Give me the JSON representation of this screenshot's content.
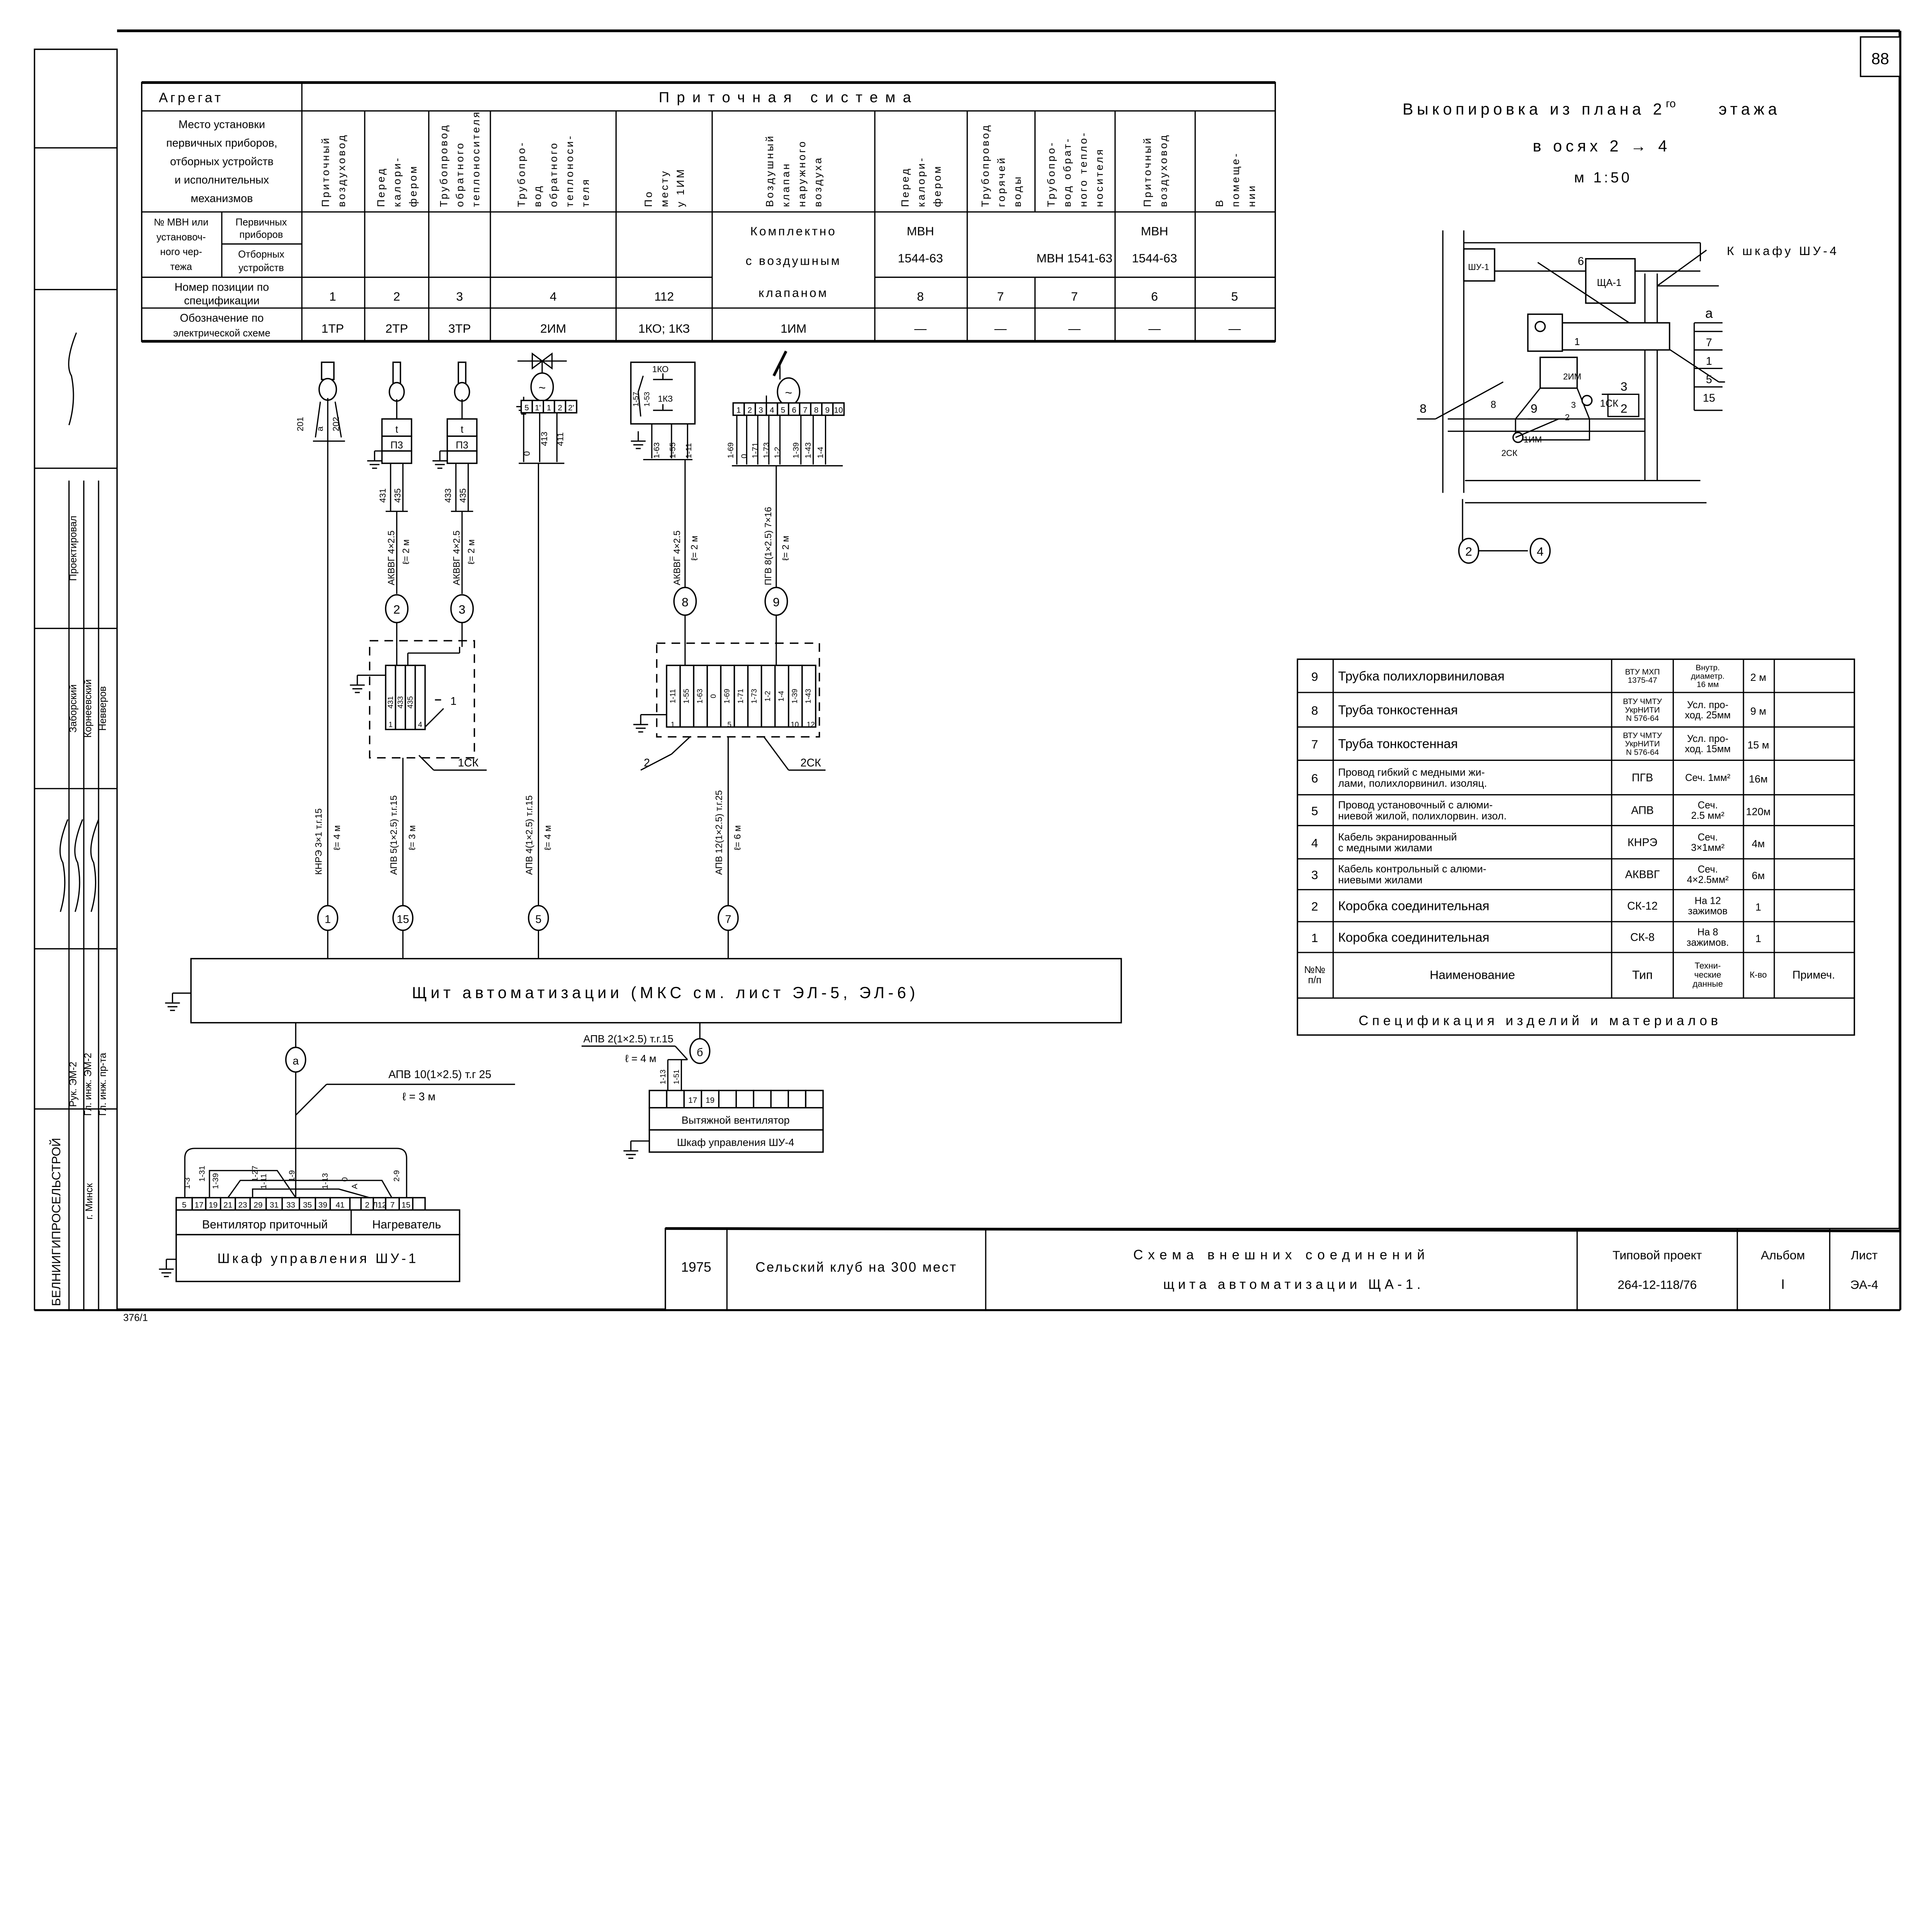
{
  "sheet_number": "88",
  "stamp": {
    "org": "БЕЛНИИГИПРОСЕЛЬСТРОЙ",
    "city": "г. Минск",
    "roles": [
      "Рук. ЭМ-2",
      "Гл. инж. ЭМ-2",
      "Гл. инж. пр-та"
    ],
    "names": [
      "Заборский",
      "Корнеевский",
      "Невверов"
    ],
    "designed": "Проектировал",
    "inventory": "376/1"
  },
  "top_table": {
    "aggregate_label": "Агрегат",
    "system": "Приточная система",
    "place_label": [
      "Место установки",
      "первичных приборов,",
      "отборных устройств",
      "и исполнительных",
      "механизмов"
    ],
    "columns": [
      [
        "Приточный",
        "воздуховод"
      ],
      [
        "Перед",
        "калори-",
        "фером"
      ],
      [
        "Трубопровод",
        "обратного",
        "теплоносителя"
      ],
      [
        "Трубопро-",
        "вод",
        "обратного",
        "теплоноси-",
        "теля"
      ],
      [
        "По",
        "месту",
        "у 1ИМ"
      ],
      [
        "Воздушный",
        "клапан",
        "наружного",
        "воздуха"
      ],
      [
        "Перед",
        "калори-",
        "фером"
      ],
      [
        "Трубопровод",
        "горячей",
        "воды"
      ],
      [
        "Трубопро-",
        "вод обрат-",
        "ного тепло-",
        "носителя"
      ],
      [
        "Приточный",
        "воздуховод"
      ],
      [
        "В",
        "помеще-",
        "нии"
      ]
    ],
    "mvn_label": [
      "№ МВН или",
      "установоч-",
      "ного чер-",
      "тежа"
    ],
    "primary_label": [
      "Первичных",
      "приборов"
    ],
    "sampling_label": [
      "Отборных",
      "устройств"
    ],
    "mvn_values": {
      "valve": [
        "Комплектно",
        "с воздушным",
        "клапаном"
      ],
      "c7": [
        "МВН",
        "1544-63"
      ],
      "c8_9": "МВН 1541-63",
      "c10": [
        "МВН",
        "1544-63"
      ]
    },
    "position_label": [
      "Номер позиции по",
      "спецификации"
    ],
    "positions": [
      "1",
      "2",
      "3",
      "4",
      "112",
      "8",
      "7",
      "7",
      "6",
      "5"
    ],
    "designation_label": [
      "Обозначение по",
      "электрической схеме"
    ],
    "designations": [
      "1ТР",
      "2ТР",
      "3ТР",
      "2ИМ",
      "1КО; 1КЗ",
      "1ИМ",
      "—",
      "—",
      "—",
      "—",
      "—"
    ]
  },
  "diagram": {
    "sensor1": {
      "top": "201",
      "mid": "а",
      "bottom": "202"
    },
    "transducer_top": "t",
    "transducer_label": "П3",
    "wires_2": [
      "431",
      "435"
    ],
    "wires_3": [
      "433",
      "435"
    ],
    "cable_2": [
      "АКВВГ 4×2.5",
      "ℓ= 2 м"
    ],
    "cable_3": [
      "АКВВГ 4×2.5",
      "ℓ= 2 м"
    ],
    "actuator2_terminals": [
      "5",
      "1'",
      "1",
      "2",
      "2'"
    ],
    "actuator2_wires": [
      "0",
      "413",
      "411"
    ],
    "motor_symbol": "~",
    "limit_switch": {
      "ko": "1КО",
      "kz": "1КЗ",
      "wires_left": [
        "1-57",
        "1-53"
      ],
      "wires_out": [
        "1-63",
        "1-55",
        "1-11"
      ]
    },
    "cable_8": [
      "АКВВГ 4×2.5",
      "ℓ= 2 м"
    ],
    "actuator1_terminals": [
      "1",
      "2",
      "3",
      "4",
      "5",
      "6",
      "7",
      "8",
      "9",
      "10"
    ],
    "actuator1_wires": [
      "1-69",
      "0",
      "1-71",
      "1-73",
      "1-2",
      "1-39",
      "1-43",
      "1-4"
    ],
    "cable_9": [
      "ПГВ 8(1×2.5) 7×16",
      "ℓ= 2 м"
    ],
    "cable_markers": [
      "2",
      "3",
      "8",
      "9"
    ],
    "box1": {
      "terminals": [
        "431",
        "433",
        "435"
      ],
      "bottom_left": "1",
      "bottom_right": "4",
      "label": "1",
      "name": "1СК"
    },
    "box2": {
      "terminals": [
        "1-11",
        "1-55",
        "1-63",
        "0",
        "1-69",
        "1-71",
        "1-73",
        "1-2",
        "1-4",
        "1-39",
        "1-43"
      ],
      "bottom_left": "1",
      "bottom_mid": "5",
      "bottom_r1": "10",
      "bottom_r2": "12",
      "label": "2",
      "name": "2СК"
    },
    "risers": [
      {
        "cable": "КНРЭ 3×1 т.г.15",
        "length": "ℓ= 4 м",
        "marker": "1"
      },
      {
        "cable": "АПВ 5(1×2.5) т.г.15",
        "length": "ℓ= 3 м",
        "marker": "15"
      },
      {
        "cable": "АПВ 4(1×2.5) т.г.15",
        "length": "ℓ= 4 м",
        "marker": "5"
      },
      {
        "cable": "АПВ 12(1×2.5) т.г.25",
        "length": "ℓ= 6 м",
        "marker": "7"
      }
    ],
    "panel": "Щит автоматизации (МКС см. лист ЭЛ-5, ЭЛ-6)",
    "line_a": {
      "marker": "а",
      "cable": "АПВ 10(1×2.5) т.г 25",
      "length": "ℓ = 3 м"
    },
    "line_b": {
      "marker": "б",
      "cable": "АПВ 2(1×2.5) т.г.15",
      "length": "ℓ = 4 м",
      "wires": [
        "1-13",
        "1-51"
      ]
    },
    "shu1": {
      "terminals": [
        "5",
        "17",
        "19",
        "21",
        "23",
        "29",
        "31",
        "33",
        "35",
        "39",
        "41",
        "",
        "2",
        "Л12",
        "7",
        "15",
        ""
      ],
      "wires": [
        "1-3",
        "1-31",
        "1-39",
        "1-27",
        "1-11",
        "1-9",
        "1-13",
        "0",
        "А",
        "2-9"
      ],
      "fan": "Вентилятор приточный",
      "heater": "Нагреватель",
      "name": "Шкаф управления ШУ-1"
    },
    "shu4": {
      "terminals": [
        "",
        "",
        "17",
        "19",
        "",
        "",
        "",
        "",
        "",
        ""
      ],
      "fan": "Вытяжной вентилятор",
      "name": "Шкаф управления ШУ-4"
    }
  },
  "plan": {
    "title": "Выкопировка из плана 2",
    "title_sup": "го",
    "title_end": "этажа",
    "axes_line": "в осях 2 → 4",
    "scale": "м 1:50",
    "labels": {
      "shu1": "ШУ-1",
      "shch": "ЩА-1",
      "to_shu4": "К шкафу ШУ-4",
      "n6": "6",
      "n1": "1",
      "im2": "2ИМ",
      "n8": "8",
      "n3": "3",
      "n2": "2",
      "ck1": "1СК",
      "im1": "1ИМ",
      "ck2": "2СК"
    },
    "leaders": {
      "l8": "8",
      "l9": "9",
      "l3": "3",
      "l2": "2"
    },
    "stack": [
      "а",
      "7",
      "1",
      "5",
      "15"
    ],
    "axes": [
      "2",
      "4"
    ]
  },
  "spec": {
    "rows": [
      {
        "n": "9",
        "name": [
          "Трубка полихлорвиниловая"
        ],
        "type": [
          "ВТУ МХП",
          "1375-47"
        ],
        "tech": [
          "Внутр.",
          "диаметр.",
          "16 мм"
        ],
        "qty": "2 м",
        "note": ""
      },
      {
        "n": "8",
        "name": [
          "Труба тонкостенная"
        ],
        "type": [
          "ВТУ ЧМТУ",
          "УкрНИТИ",
          "N 576-64"
        ],
        "tech": [
          "Усл. про-",
          "ход. 25мм"
        ],
        "qty": "9 м",
        "note": ""
      },
      {
        "n": "7",
        "name": [
          "Труба тонкостенная"
        ],
        "type": [
          "ВТУ ЧМТУ",
          "УкрНИТИ",
          "N 576-64"
        ],
        "tech": [
          "Усл. про-",
          "ход. 15мм"
        ],
        "qty": "15 м",
        "note": ""
      },
      {
        "n": "6",
        "name": [
          "Провод гибкий с медными жи-",
          "лами, полихлорвинил. изоляц."
        ],
        "type": [
          "ПГВ"
        ],
        "tech": [
          "Сеч. 1мм²"
        ],
        "qty": "16м",
        "note": ""
      },
      {
        "n": "5",
        "name": [
          "Провод установочный с алюми-",
          "ниевой жилой, полихлорвин. изол."
        ],
        "type": [
          "АПВ"
        ],
        "tech": [
          "Сеч.",
          "2.5 мм²"
        ],
        "qty": "120м",
        "note": ""
      },
      {
        "n": "4",
        "name": [
          "Кабель экранированный",
          "с медными жилами"
        ],
        "type": [
          "КНРЭ"
        ],
        "tech": [
          "Сеч.",
          "3×1мм²"
        ],
        "qty": "4м",
        "note": ""
      },
      {
        "n": "3",
        "name": [
          "Кабель контрольный с алюми-",
          "ниевыми жилами"
        ],
        "type": [
          "АКВВГ"
        ],
        "tech": [
          "Сеч.",
          "4×2.5мм²"
        ],
        "qty": "6м",
        "note": ""
      },
      {
        "n": "2",
        "name": [
          "Коробка соединительная"
        ],
        "type": [
          "СК-12"
        ],
        "tech": [
          "На 12",
          "зажимов"
        ],
        "qty": "1",
        "note": ""
      },
      {
        "n": "1",
        "name": [
          "Коробка соединительная"
        ],
        "type": [
          "СК-8"
        ],
        "tech": [
          "На 8",
          "зажимов."
        ],
        "qty": "1",
        "note": ""
      }
    ],
    "header": {
      "n": [
        "№№",
        "п/п"
      ],
      "name": [
        "Наименование"
      ],
      "type": [
        "Тип"
      ],
      "tech": [
        "Техни-",
        "ческие",
        "данные"
      ],
      "qty": [
        "К-во"
      ],
      "note": [
        "Примеч."
      ]
    },
    "caption": "Спецификация изделий и материалов"
  },
  "title_block": {
    "year": "1975",
    "object": "Сельский клуб на 300 мест",
    "title1": "Схема внешних соединений",
    "title2": "щита автоматизации ЩА-1.",
    "project_label": "Типовой проект",
    "project_no": "264-12-118/76",
    "album_label": "Альбом",
    "album": "I",
    "sheet_label": "Лист",
    "sheet": "ЭА-4"
  }
}
